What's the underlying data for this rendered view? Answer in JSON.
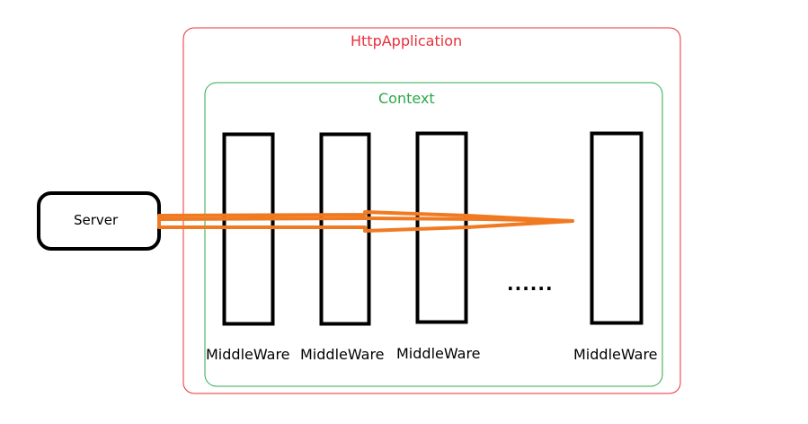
{
  "http_application": {
    "label": "HttpApplication"
  },
  "context": {
    "label": "Context"
  },
  "server": {
    "label": "Server"
  },
  "middlewares": [
    {
      "label": "MiddleWare"
    },
    {
      "label": "MiddleWare"
    },
    {
      "label": "MiddleWare"
    },
    {
      "label": "MiddleWare"
    }
  ],
  "ellipsis": "......",
  "colors": {
    "http_application": "#e8303a",
    "context": "#2ea84a",
    "request_flow": "#f07a22",
    "box_stroke": "#000000"
  }
}
